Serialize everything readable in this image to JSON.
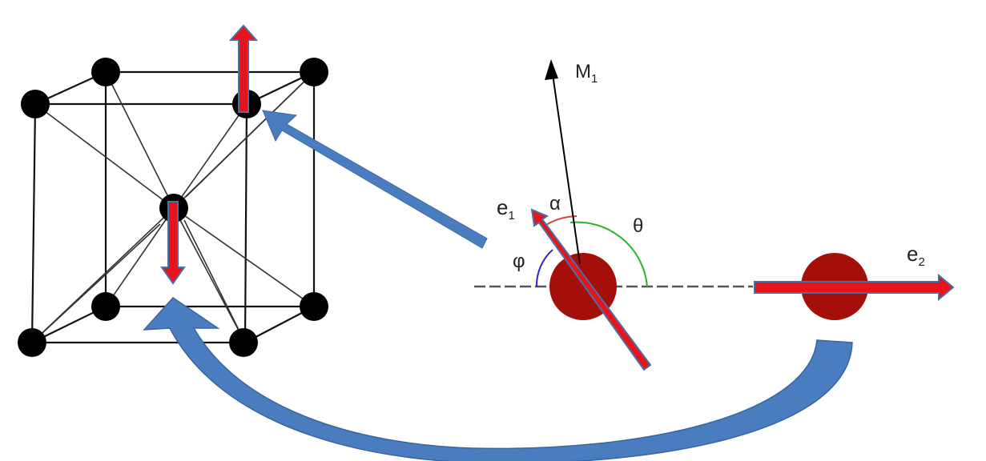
{
  "diagram": {
    "lattice": {
      "description": "Body-centered cubic lattice",
      "atom_color": "#000000",
      "edge_color": "#111111"
    },
    "labels": {
      "m1_main": "M",
      "m1_sub": "1",
      "e1_main": "e",
      "e1_sub": "1",
      "e2_main": "e",
      "e2_sub": "2",
      "alpha": "α",
      "theta": "θ",
      "phi": "φ"
    },
    "colors": {
      "spin_arrow_red": "#e8141c",
      "spin_arrow_outline": "#4a6fa5",
      "atom_dark_red": "#a50f0a",
      "flow_arrow_blue": "#4a7cc0",
      "alpha_arc": "#d24545",
      "theta_arc": "#2ab52a",
      "phi_arc": "#2a2ad0",
      "axis_dash": "#555555"
    }
  }
}
